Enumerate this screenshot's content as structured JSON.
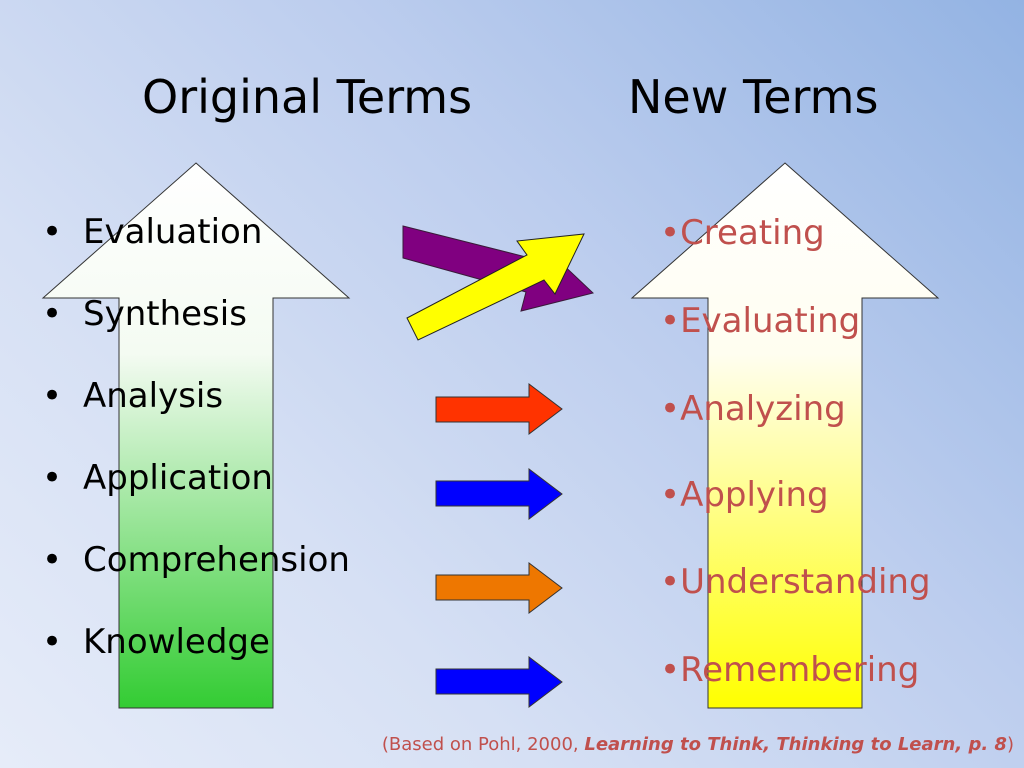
{
  "headings": {
    "original": "Original Terms",
    "new": "New Terms"
  },
  "original_terms": [
    "Evaluation",
    "Synthesis",
    "Analysis",
    "Application",
    "Comprehension",
    "Knowledge"
  ],
  "new_terms": [
    "Creating",
    "Evaluating",
    "Analyzing",
    "Applying",
    "Understanding",
    "Remembering"
  ],
  "bullet": "•",
  "citation": {
    "open": "(Based on Pohl, 2000, ",
    "title": "Learning to Think, Thinking to Learn, p. 8",
    "close": ")"
  },
  "colors": {
    "new_terms_text": "#c0504d",
    "left_arrow_gradient": [
      "#ffffff",
      "#33cc33"
    ],
    "right_arrow_gradient": [
      "#ffffff",
      "#ffff00"
    ],
    "connector_purple": "#800080",
    "connector_yellow": "#ffff00",
    "connector_red": "#ff3300",
    "connector_blue": "#0000ff",
    "connector_orange": "#ee7700"
  }
}
